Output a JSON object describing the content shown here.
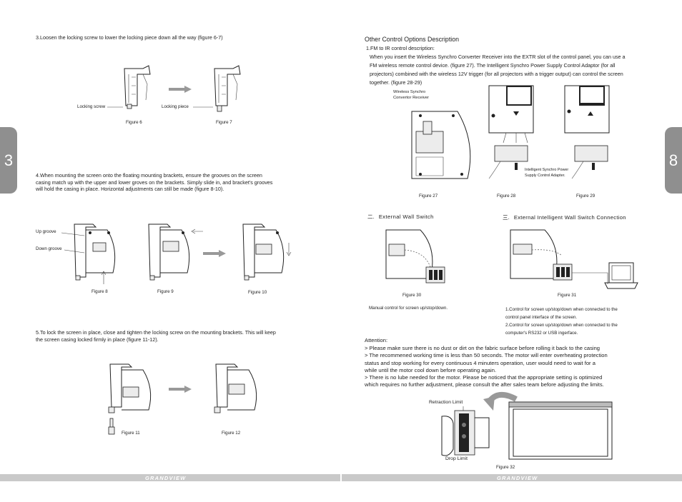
{
  "page_left": {
    "tab_number": "3",
    "step3": "3.Loosen the locking screw to lower the locking piece down all the way (figure 6-7)",
    "label_locking_screw": "Locking screw",
    "label_locking_piece": "Locking piece",
    "fig6": "Figure 6",
    "fig7": "Figure 7",
    "step4": "4.When mounting the screen onto the floating mounting brackets, ensure the grooves on the screen\n   casing match up with the upper and lower groves on the brackets. Simply slide in, and bracket's grooves\n   will hold the casing in place. Horizontal adjustments can still be made (figure 8-10).",
    "label_up_groove": "Up groove",
    "label_down_groove": "Down groove",
    "fig8": "Figure 8",
    "fig9": "Figure 9",
    "fig10": "Figure  10",
    "step5": "5.To lock the screen in place, close and tighten the locking screw on the mounting brackets. This will keep\nthe screen casing locked firmly in place (figure 11-12).",
    "fig11": "Figure  11",
    "fig12": "Figure  12",
    "footer_logo": "GRANDVIEW"
  },
  "page_right": {
    "tab_number": "8",
    "section_title": "Other Control Options Description",
    "sub1_title": "1.FM to IR control description:",
    "sub1_body": "When you insert the Wireless Synchro Converter Receiver into the EXTR slot of the control panel, you can use a\nFM wireless remote control device. (figure 27). The Intelligent Synchro Power Supply Control Adaptor (for all\nprojectors) combined with the wireless 12V trigger (for all projectors with a trigger output) can control the screen\ntogether. (figure 28-29)",
    "label_receiver": "Wireless Synchro\nConvertor Receiver",
    "label_adaptor": "Intelligent Synchro Power\nSupply Control Adapter.",
    "fig27": "Figure 27",
    "fig28": "Figure 28",
    "fig29": "Figure 29",
    "sub2_marker": "二.",
    "sub2_title": "External Wall Switch",
    "sub3_marker": "三.",
    "sub3_title": "External Intelligent Wall Switch Connection",
    "fig30": "Figure 30",
    "fig31": "Figure 31",
    "manual_control": "Manual control for screen up/stop/down.",
    "control_note1": "1.Control for screen up/stop/down when connected to the\n   control panel interface of the screen.",
    "control_note2": "2.Control for screen up/stop/down when connected to the\n   computer's RS232 or USB ingerface.",
    "attention_title": "Attention:",
    "attention_items": [
      "> Please make sure there is no dust or dirt on the fabric surface before rolling it back to the casing",
      "> The recommened working time is less than 50 seconds. The motor will enter overheating protection\n    status and stop working for every continuous 4 minuters operation, user would need to wait for a\n    while until the motor cool down before operating again.",
      "> There is no lube needed for the motor. Please be noticed that the appropriate setting is optimized\n    which requires no further adjustment, please consult the after sales team before adjusting the limits."
    ],
    "label_retraction": "Retraction Limit",
    "label_drop": "Drop Limit",
    "fig32": "Figure 32",
    "footer_logo": "GRANDVIEW"
  }
}
